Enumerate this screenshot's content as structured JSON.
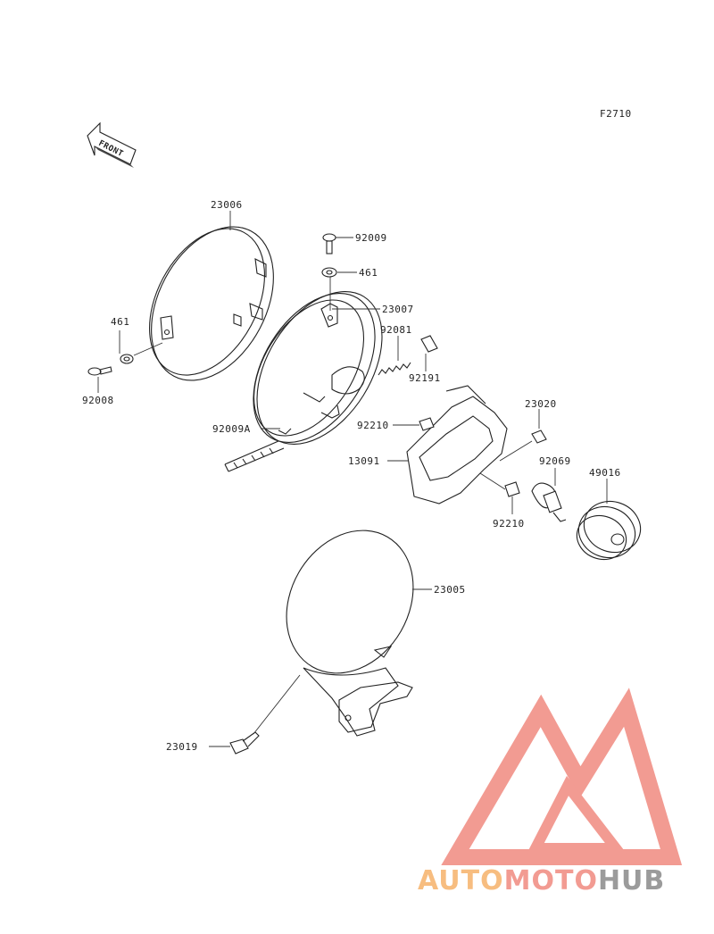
{
  "figure_code": "F2710",
  "front_label": "FRONT",
  "parts": {
    "p23006": "23006",
    "p461a": "461",
    "p92008": "92008",
    "p92009": "92009",
    "p461b": "461",
    "p23007": "23007",
    "p92081": "92081",
    "p92191": "92191",
    "p92210a": "92210",
    "p23020": "23020",
    "p13091": "13091",
    "p92069": "92069",
    "p49016": "49016",
    "p92009A": "92009A",
    "p92210b": "92210",
    "p23005": "23005",
    "p23019": "23019"
  },
  "watermark": {
    "part1": "AUTO",
    "part2": "MOTO",
    "part3": "HUB",
    "colors": {
      "orange": "#f6b26b",
      "salmon": "#f08a80",
      "gray": "#8a8a8a"
    }
  }
}
